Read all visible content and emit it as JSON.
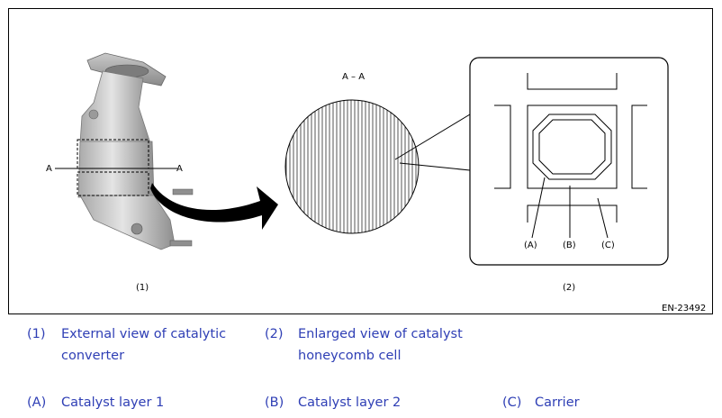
{
  "figure": {
    "section_label": "A – A",
    "cut_label_left": "A",
    "cut_label_right": "A",
    "panel1_label": "(1)",
    "panel2_label": "(2)",
    "callout_a": "(A)",
    "callout_b": "(B)",
    "callout_c": "(C)",
    "figure_id": "EN-23492"
  },
  "legend": [
    {
      "code": "(1)",
      "text_line1": "External view of catalytic",
      "text_line2": "converter"
    },
    {
      "code": "(2)",
      "text_line1": "Enlarged view of catalyst",
      "text_line2": "honeycomb cell"
    },
    {
      "code": "(A)",
      "text_line1": "Catalyst layer 1"
    },
    {
      "code": "(B)",
      "text_line1": "Catalyst layer 2"
    },
    {
      "code": "(C)",
      "text_line1": "Carrier"
    }
  ]
}
